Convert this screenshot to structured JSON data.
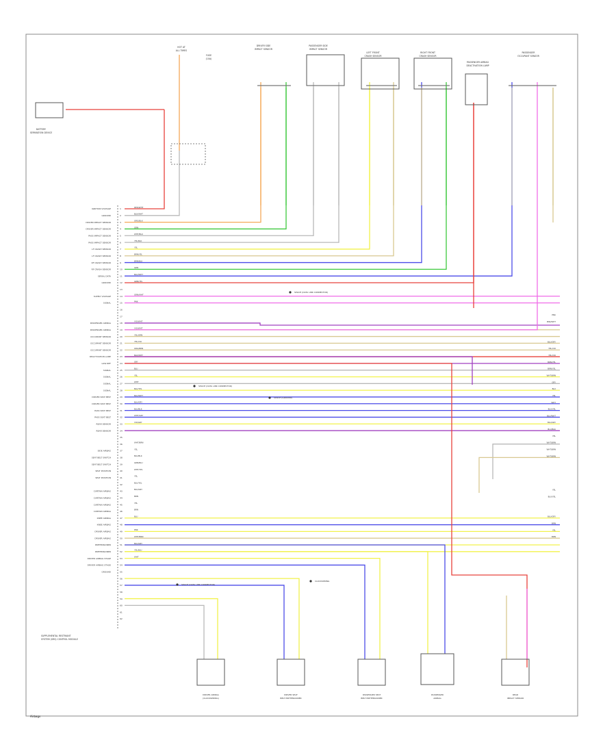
{
  "page_label": "Airbags",
  "module": {
    "label_line1": "SUPPLEMENTAL RESTRAINT",
    "label_line2": "SYSTEM (SRS) CONTROL MODULE"
  },
  "top_components": [
    {
      "id": "hot-at-all-times",
      "label_line1": "HOT AT",
      "label_line2": "ALL TIMES"
    },
    {
      "id": "fuse",
      "label_line1": "FUSE",
      "label_line2": "(10A)"
    },
    {
      "id": "battery-sensor",
      "label_line1": "BATTERY",
      "label_line2": "SEPARATION DEVICE"
    },
    {
      "id": "driver-side-sensor",
      "label_line1": "DRIVER SIDE",
      "label_line2": "IMPACT SENSOR"
    },
    {
      "id": "passenger-side-sensor",
      "label_line1": "PASSENGER SIDE",
      "label_line2": "IMPACT SENSOR"
    },
    {
      "id": "left-front-sensor",
      "label_line1": "LEFT FRONT",
      "label_line2": "CRASH SENSOR"
    },
    {
      "id": "right-front-sensor",
      "label_line1": "RIGHT FRONT",
      "label_line2": "CRASH SENSOR"
    },
    {
      "id": "passenger-airbag-deactivation",
      "label_line1": "PASSENGER AIRBAG",
      "label_line2": "DEACTIVATION LAMP"
    },
    {
      "id": "occupant-sensor",
      "label_line1": "PASSENGER",
      "label_line2": "OCCUPANT SENSOR"
    }
  ],
  "bottom_components": [
    {
      "id": "clockspring",
      "label_line1": "DRIVER AIRBAG",
      "label_line2": "(CLOCKSPRING)"
    },
    {
      "id": "driver-seat-belt",
      "label_line1": "DRIVER SEAT",
      "label_line2": "BELT PRETENSIONER"
    },
    {
      "id": "pass-seat-belt",
      "label_line1": "PASSENGER SEAT",
      "label_line2": "BELT PRETENSIONER"
    },
    {
      "id": "passenger-airbag",
      "label_line1": "PASSENGER",
      "label_line2": "AIRBAG"
    },
    {
      "id": "rear-sensor",
      "label_line1": "REAR",
      "label_line2": "IMPACT SENSOR"
    }
  ],
  "pin_labels": [
    "IGNITION VOLTAGE",
    "GROUND",
    "DRIVER IMPACT SENSOR",
    "DRIVER IMPACT SENSOR",
    "PASS IMPACT SENSOR",
    "PASS IMPACT SENSOR",
    "LF CRASH SENSOR",
    "LF CRASH SENSOR",
    "RF CRASH SENSOR",
    "RF CRASH SENSOR",
    "SERIAL DATA",
    "GROUND",
    "",
    "SUPPLY VOLTAGE",
    "SIGNAL",
    "",
    "",
    "PASSENGER AIRBAG",
    "PASSENGER AIRBAG",
    "OCCUPANT SENSOR",
    "OCCUPANT SENSOR",
    "OCCUPANT SENSOR",
    "DEACTIVATION LAMP",
    "LOW REF",
    "SIGNAL",
    "SIGNAL",
    "SIGNAL",
    "SIGNAL",
    "DRIVER SEAT BELT",
    "DRIVER SEAT BELT",
    "PASS SEAT BELT",
    "PASS SEAT BELT",
    "REAR SENSOR",
    "REAR SENSOR",
    "",
    "",
    "SIDE AIRBAG",
    "SEAT BELT SWITCH",
    "SEAT BELT SWITCH",
    "SEAT POSITION",
    "SEAT POSITION",
    "",
    "CURTAIN AIRBAG",
    "CURTAIN AIRBAG",
    "CURTAIN AIRBAG",
    "CURTAIN AIRBAG",
    "KNEE AIRBAG",
    "KNEE AIRBAG",
    "DRIVER AIRBAG",
    "DRIVER AIRBAG",
    "PRETENSIONER",
    "PRETENSIONER",
    "DRIVER AIRBAG STAGE",
    "DRIVER AIRBAG STAGE",
    "GROUND",
    "",
    "",
    "",
    "",
    "",
    "",
    ""
  ],
  "wire_labels": [
    "RED/WHT",
    "BLK/WHT",
    "ORG/BLK",
    "GRN",
    "WHT/BLK",
    "YEL/BLK",
    "YEL",
    "BRN/YEL",
    "BRN/BLU",
    "GRN",
    "BLU/WHT",
    "GRN/YEL",
    "",
    "GRN/WHT",
    "PNK",
    "",
    "",
    "VIO/WHT",
    "VIO/WHT",
    "YEL/GRN",
    "YEL/VIO",
    "ORG/BRN",
    "BLK/WHT",
    "GRY",
    "BLU",
    "YEL",
    "WHT",
    "BLU/YEL",
    "BLU/WHT",
    "BLU/GRY",
    "BLU/BLK",
    "WHT/GRY",
    "VIO/GRY",
    "",
    "",
    "WHT/BRN",
    "YEL",
    "BLU/BLK",
    "GRN/BLU",
    "WHT/YEL",
    "YEL",
    "BLU/YEL",
    "BLU/GRY",
    "BRN",
    "YEL",
    "BRN",
    "BLU",
    "",
    "PNK",
    "WHT/BRN",
    "BLU/GRY",
    "YEL/BLU",
    "WHT",
    "",
    "",
    "",
    "",
    "",
    "",
    "",
    "",
    ""
  ],
  "right_wire_labels": [
    "PNK",
    "PNK/WHT",
    "",
    "BLU/GRY",
    "YEL/VIO",
    "YEL/VIO",
    "BRN/YEL",
    "BRN/YEL",
    "WHT/BRN",
    "GRY",
    "BLU",
    "YEL",
    "WHT",
    "BLU/YEL",
    "BLU/WHT",
    "BLU/GRY",
    "BLU/BLK",
    "YEL",
    "WHT/BRN",
    "WHT/BRN",
    "WHT/BRN",
    "",
    "",
    "",
    "",
    "YEL",
    "BLU/YEL",
    "BLU/GRY",
    "BRN",
    "YEL",
    "BRN"
  ],
  "notes": [
    "SPLICE (DATA LINK CONNECTOR)",
    "SPLICE (GROUND)",
    "CLOCKSPRING",
    "SPLICE (DATA LINK CONNECTOR)",
    "SPLICE (DATA LINK CONNECTOR)"
  ],
  "colors": {
    "red": "#e8403a",
    "pink": "#f06ce8",
    "green": "#3cc83c",
    "lightgreen": "#8ee08e",
    "yellow": "#f2f24a",
    "orange": "#f5a858",
    "blue": "#4a4ae8",
    "purple": "#a040c0",
    "brown": "#b08040",
    "gray": "#b8b8b8",
    "tan": "#d8c890"
  }
}
